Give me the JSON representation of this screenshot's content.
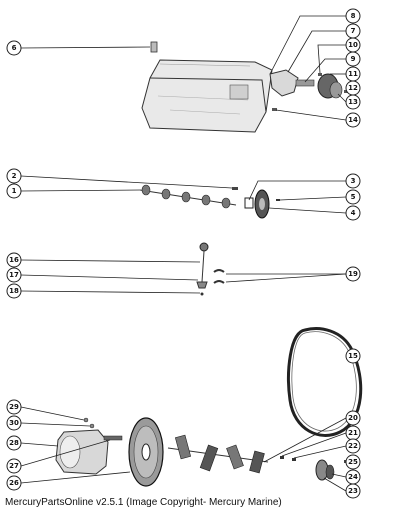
{
  "diagram": {
    "copyright": "MercuryPartsOnline v2.5.1 (Image Copyright- Mercury Marine)",
    "callouts": [
      "1",
      "2",
      "3",
      "4",
      "5",
      "6",
      "7",
      "8",
      "9",
      "10",
      "11",
      "12",
      "13",
      "14",
      "15",
      "16",
      "17",
      "18",
      "19",
      "20",
      "21",
      "22",
      "23",
      "24",
      "25",
      "26",
      "27",
      "28",
      "29",
      "30"
    ]
  }
}
